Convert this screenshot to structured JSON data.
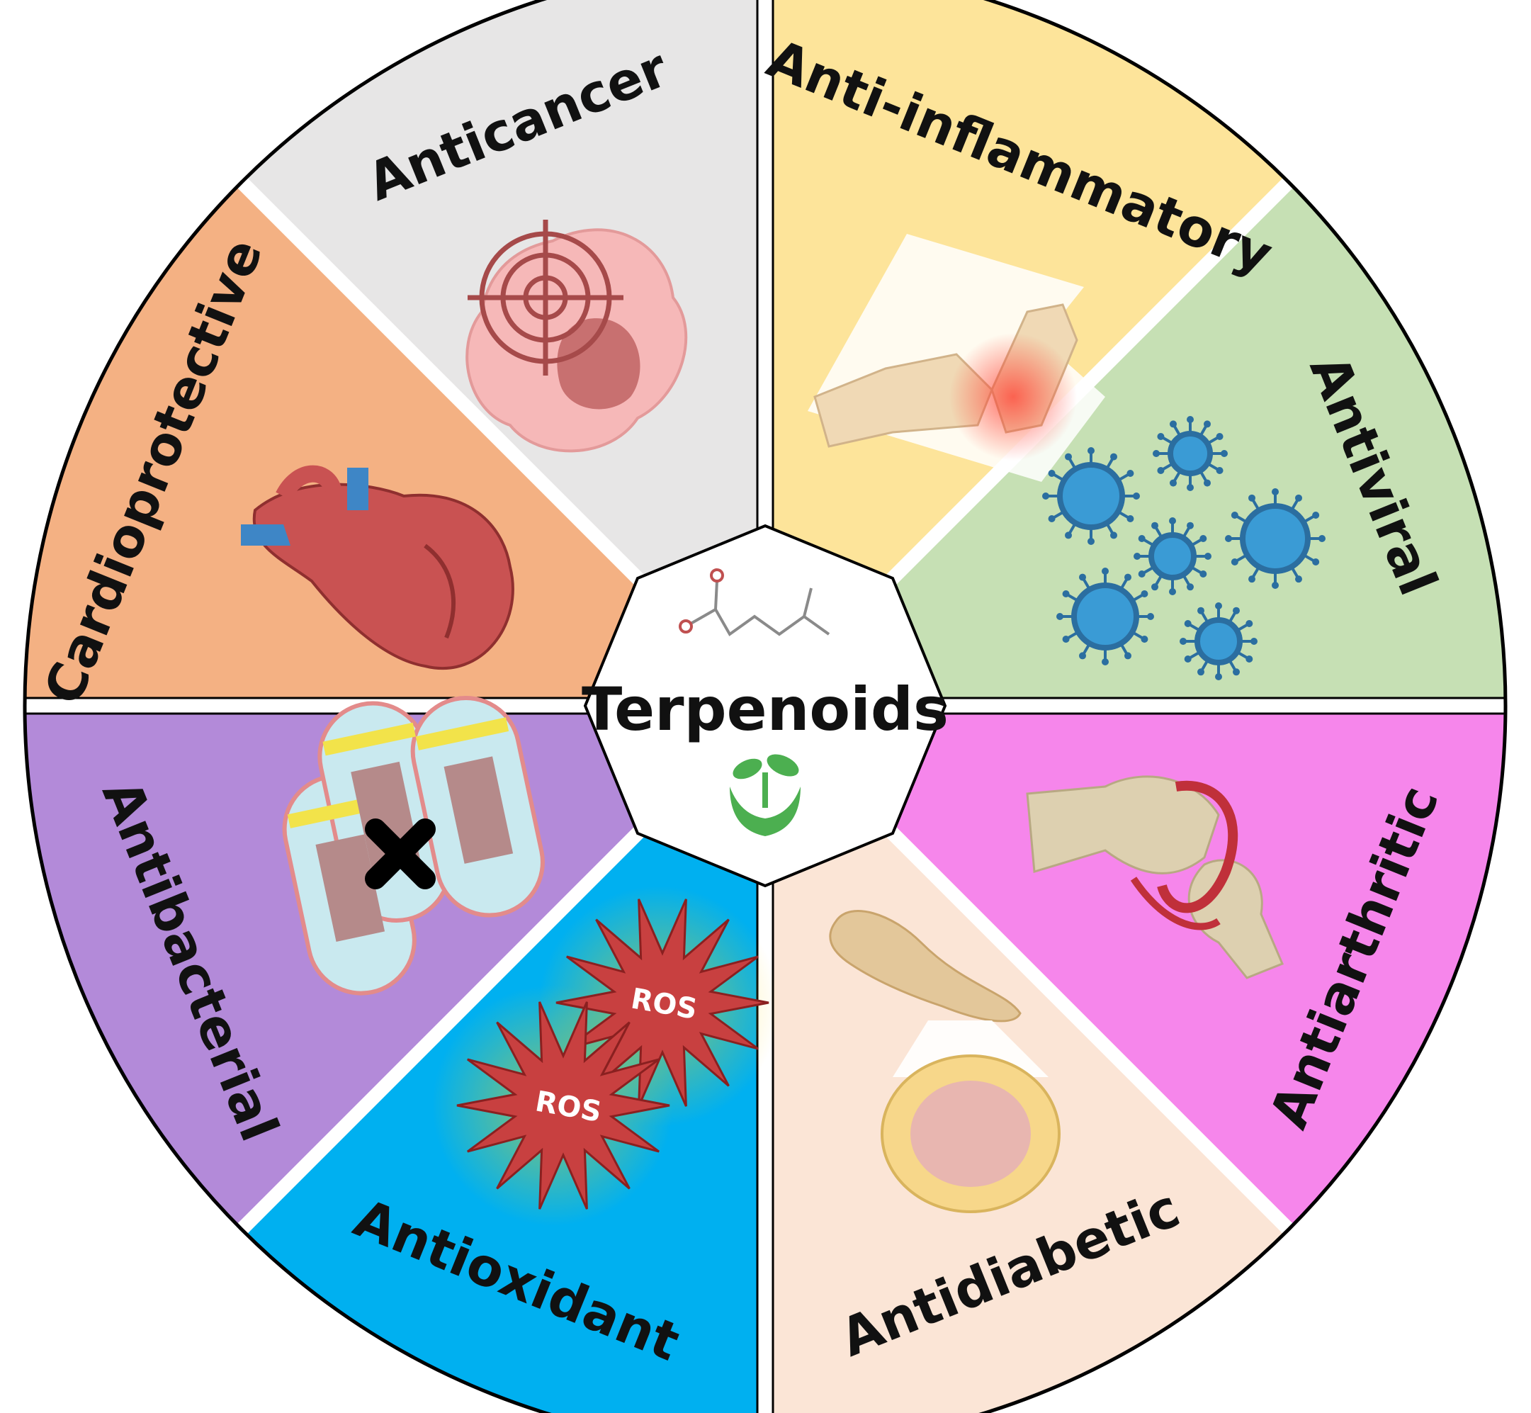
{
  "center": {
    "label": "Terpenoids"
  },
  "segments": [
    {
      "id": "anticancer",
      "label": "Anticancer",
      "color": "#fde49a",
      "icon": "cancer-cell-target-icon"
    },
    {
      "id": "anti-inflammatory",
      "label": "Anti-inflammatory",
      "color": "#c6e0b4",
      "icon": "inflamed-knee-icon"
    },
    {
      "id": "antiviral",
      "label": "Antiviral",
      "color": "#f686eb",
      "icon": "virus-icon"
    },
    {
      "id": "antiarthritic",
      "label": "Antiarthritic",
      "color": "#fbe5d6",
      "icon": "arthritic-joint-icon"
    },
    {
      "id": "antidiabetic",
      "label": "Antidiabetic",
      "color": "#00b0f0",
      "icon": "pancreas-icon"
    },
    {
      "id": "antioxidant",
      "label": "Antioxidant",
      "color": "#b38ad9",
      "icon": "ros-burst-icon"
    },
    {
      "id": "antibacterial",
      "label": "Antibacterial",
      "color": "#f4b183",
      "icon": "bacteria-icon"
    },
    {
      "id": "cardioprotective",
      "label": "Cardioprotective",
      "color": "#e7e6e6",
      "icon": "heart-icon"
    }
  ],
  "ros_label": "ROS",
  "colors": {
    "ring_border": "#000000",
    "gap": "#ffffff",
    "center_plant": "#4caf50"
  }
}
